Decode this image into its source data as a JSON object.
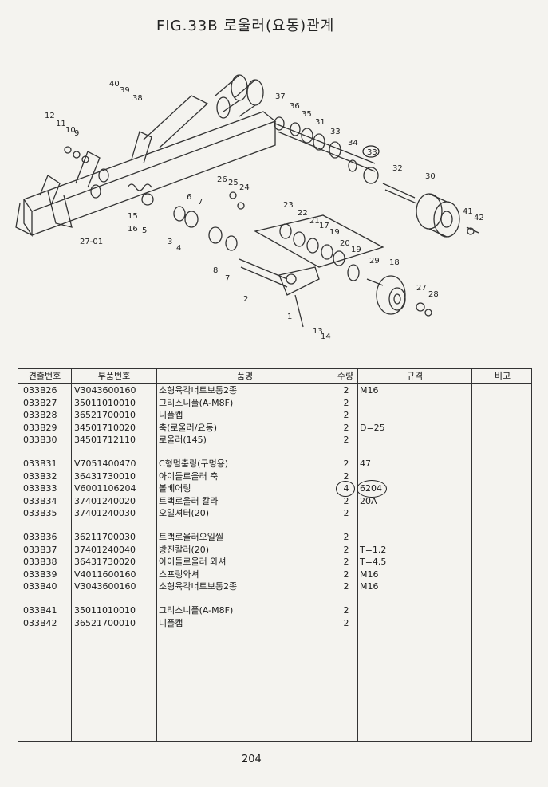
{
  "title": "FIG.33B 로울러(요동)관계",
  "diagram_labels": {
    "l40": "40",
    "l39": "39",
    "l38": "38",
    "l37": "37",
    "l36": "36",
    "l35": "35",
    "l31": "31",
    "l33": "33",
    "l34": "34",
    "l33b": "33",
    "l32": "32",
    "l30": "30",
    "l12": "12",
    "l11": "11",
    "l10": "10",
    "l9": "9",
    "l26": "26",
    "l25": "25",
    "l24": "24",
    "l6": "6",
    "l7": "7",
    "l15": "15",
    "l16": "16",
    "l5": "5",
    "l3": "3",
    "l4": "4",
    "l8": "8",
    "l7b": "7",
    "l2": "2",
    "l1": "1",
    "l13": "13",
    "l14": "14",
    "l27_01": "27-01",
    "l23": "23",
    "l22": "22",
    "l21": "21",
    "l17": "17",
    "l19": "19",
    "l20": "20",
    "l19b": "19",
    "l29": "29",
    "l18": "18",
    "l27": "27",
    "l28": "28",
    "l41": "41",
    "l42": "42"
  },
  "table": {
    "headers": [
      "견출번호",
      "부품번호",
      "품명",
      "수량",
      "규격",
      "비고"
    ],
    "rows": [
      {
        "no": "033B26",
        "part": "V3043600160",
        "name": "소형육각너트보통2종",
        "qty": "2",
        "spec": "M16"
      },
      {
        "no": "033B27",
        "part": "35011010010",
        "name": "그리스니플(A-M8F)",
        "qty": "2",
        "spec": ""
      },
      {
        "no": "033B28",
        "part": "36521700010",
        "name": "니플캡",
        "qty": "2",
        "spec": ""
      },
      {
        "no": "033B29",
        "part": "34501710020",
        "name": "축(로울러/요동)",
        "qty": "2",
        "spec": "D=25"
      },
      {
        "no": "033B30",
        "part": "34501712110",
        "name": "로울러(145)",
        "qty": "2",
        "spec": ""
      },
      {
        "gap": true
      },
      {
        "no": "033B31",
        "part": "V7051400470",
        "name": "C형멈춤링(구멍용)",
        "qty": "2",
        "spec": "47"
      },
      {
        "no": "033B32",
        "part": "36431730010",
        "name": "아이들로울러 축",
        "qty": "2",
        "spec": ""
      },
      {
        "no": "033B33",
        "part": "V6001106204",
        "name": "볼베어링",
        "qty": "4",
        "spec": "6204"
      },
      {
        "no": "033B34",
        "part": "37401240020",
        "name": "트랙로울러 칼라",
        "qty": "2",
        "spec": "20A"
      },
      {
        "no": "033B35",
        "part": "37401240030",
        "name": "오일셔터(20)",
        "qty": "2",
        "spec": ""
      },
      {
        "gap": true
      },
      {
        "no": "033B36",
        "part": "36211700030",
        "name": "트랙로울러오일씰",
        "qty": "2",
        "spec": ""
      },
      {
        "no": "033B37",
        "part": "37401240040",
        "name": "방진칼러(20)",
        "qty": "2",
        "spec": "T=1.2"
      },
      {
        "no": "033B38",
        "part": "36431730020",
        "name": "아이들로울러 와셔",
        "qty": "2",
        "spec": "T=4.5"
      },
      {
        "no": "033B39",
        "part": "V4011600160",
        "name": "스프링와셔",
        "qty": "2",
        "spec": "M16"
      },
      {
        "no": "033B40",
        "part": "V3043600160",
        "name": "소형육각너트보통2종",
        "qty": "2",
        "spec": "M16"
      },
      {
        "gap": true
      },
      {
        "no": "033B41",
        "part": "35011010010",
        "name": "그리스니플(A-M8F)",
        "qty": "2",
        "spec": ""
      },
      {
        "no": "033B42",
        "part": "36521700010",
        "name": "니플캡",
        "qty": "2",
        "spec": ""
      }
    ]
  },
  "page_number": "204"
}
